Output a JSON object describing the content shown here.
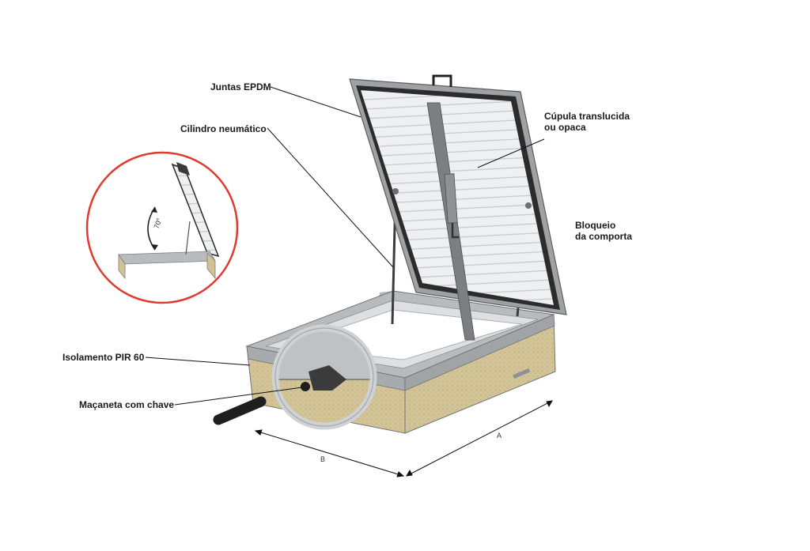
{
  "labels": {
    "juntas": "Juntas EPDM",
    "cilindro": "Cilindro neumático",
    "cupula_line1": "Cúpula translucida",
    "cupula_line2": "ou opaca",
    "bloqueio_line1": "Bloqueio",
    "bloqueio_line2": "da comporta",
    "isolamento": "Isolamento PIR 60",
    "macaneta": "Maçaneta com chave"
  },
  "dimensions": {
    "a": "A",
    "b": "B"
  },
  "inset": {
    "angle": "70°"
  },
  "colors": {
    "inset_ring": "#e03a2f",
    "frame": "#a9adb1",
    "insulation": "#cdbf91",
    "dome": "#e6e8ea"
  }
}
